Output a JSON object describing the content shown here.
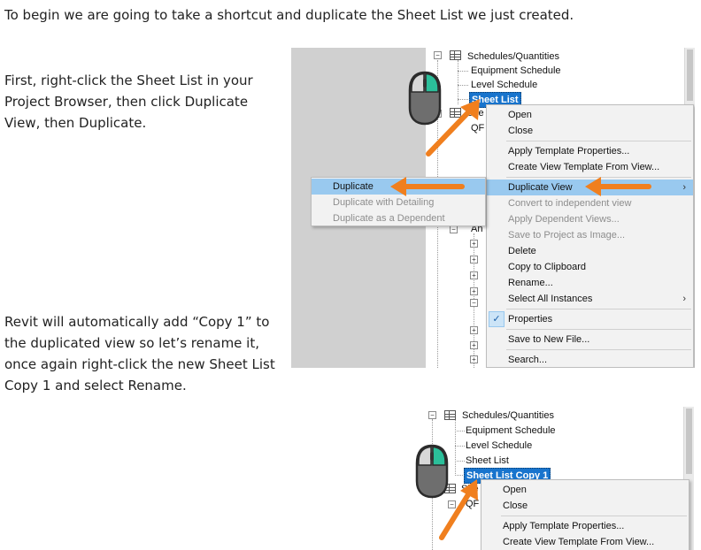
{
  "text": {
    "intro": "To begin we are going to take a shortcut and duplicate the Sheet List we just created.",
    "step1": "First, right-click the Sheet List in your Project Browser, then click Duplicate View, then Duplicate.",
    "step2": "Revit will automatically add “Copy 1” to the duplicated view so let’s rename it, once again right-click the new Sheet List Copy 1 and select Rename."
  },
  "screenshot1": {
    "tree": {
      "schedules": "Schedules/Quantities",
      "equipment": "Equipment Schedule",
      "level": "Level Schedule",
      "sheet_list": "Sheet List",
      "partial_she": "She",
      "partial_qf": "QF",
      "partial_an": "An"
    },
    "context_menu": {
      "open": "Open",
      "close": "Close",
      "apply_template": "Apply Template Properties...",
      "create_template": "Create View Template From View...",
      "duplicate_view": "Duplicate View",
      "convert_independent": "Convert to independent view",
      "apply_dependent": "Apply Dependent Views...",
      "save_image": "Save to Project as Image...",
      "delete": "Delete",
      "copy_clipboard": "Copy to Clipboard",
      "rename": "Rename...",
      "select_all": "Select All Instances",
      "properties": "Properties",
      "save_new_file": "Save to New File...",
      "search": "Search..."
    },
    "submenu": {
      "duplicate": "Duplicate",
      "with_detailing": "Duplicate with Detailing",
      "as_dependent": "Duplicate as a Dependent"
    }
  },
  "screenshot2": {
    "tree": {
      "schedules": "Schedules/Quantities",
      "equipment": "Equipment Schedule",
      "level": "Level Schedule",
      "sheet_list": "Sheet List",
      "sheet_list_copy": "Sheet List Copy 1",
      "partial_she": "She",
      "partial_qf": "QF"
    },
    "context_menu": {
      "open": "Open",
      "close": "Close",
      "apply_template": "Apply Template Properties...",
      "create_template": "Create View Template From View..."
    }
  },
  "icons": {
    "mouse": "mouse-right-click-icon",
    "arrow": "orange-pointer-arrow-icon",
    "submenu_arrow": "›",
    "check": "✓",
    "collapse": "−",
    "expand": "+"
  },
  "colors": {
    "selection": "#1874cd",
    "menu_highlight": "#99c9ef",
    "arrow": "#f07f1e",
    "mouse_button": "#2bbf9a",
    "mouse_body": "#6e6e6e"
  }
}
